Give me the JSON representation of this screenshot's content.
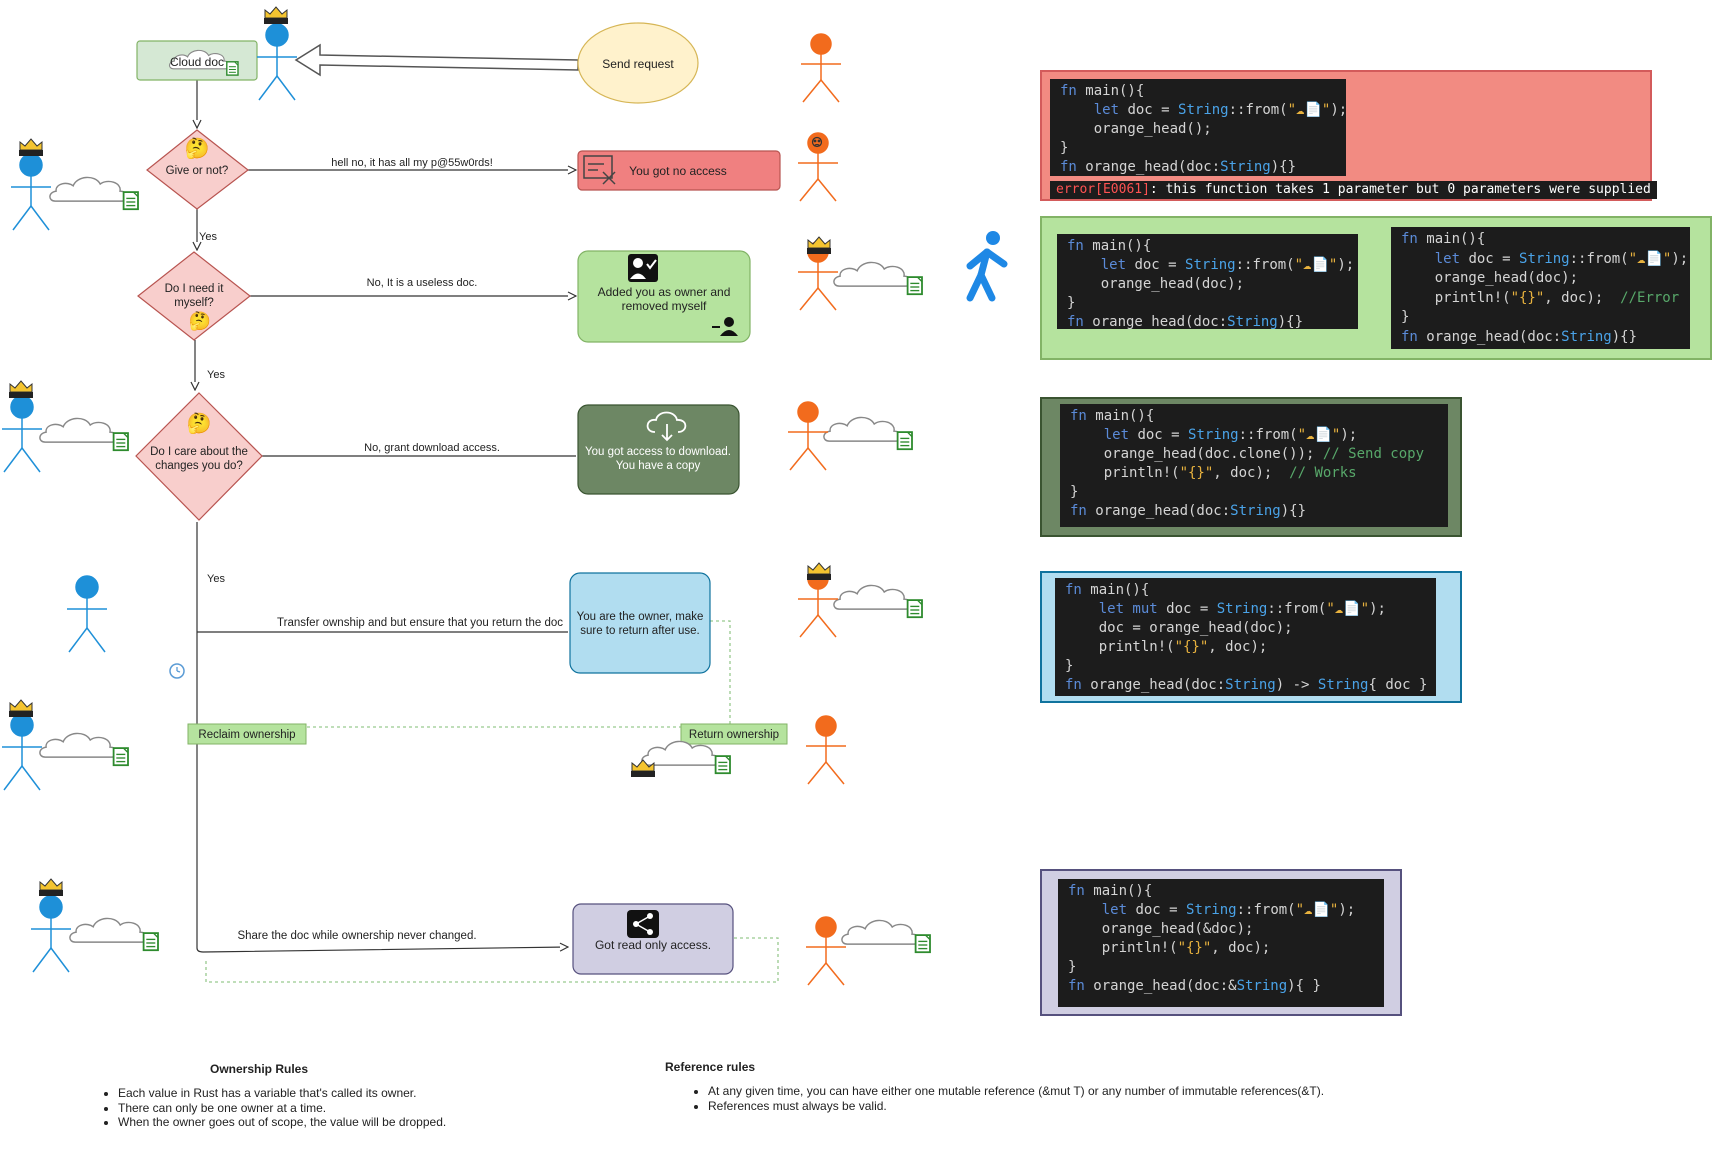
{
  "flow": {
    "cloud_doc": "Cloud doc",
    "send_request": "Send request",
    "give_or_not": "Give or not?",
    "no_access_edge": "hell no, it has all my p@55w0rds!",
    "no_access_box": "You got no access",
    "yes_label": "Yes",
    "need_it_line1": "Do I need it",
    "need_it_line2": "myself?",
    "useless_edge": "No, It is  a useless doc.",
    "added_owner_line1": "Added you as owner and",
    "added_owner_line2": "removed myself",
    "care_line1": "Do I care about the",
    "care_line2": "changes you do?",
    "download_edge": "No, grant download access.",
    "download_line1": "You got access to download.",
    "download_line2": "You have a copy",
    "transfer_edge": "Transfer ownship and but ensure that you return the doc",
    "owner_line1": "You are the owner, make",
    "owner_line2": "sure to return after use.",
    "reclaim": "Reclaim ownership",
    "return_ownership": "Return ownership",
    "share_edge": "Share the doc while ownership never changed.",
    "read_only": "Got read only access."
  },
  "code": {
    "error_message": "error[E0061]: this function takes 1 parameter but 0 parameters were supplied"
  },
  "rules": {
    "ownership_title": "Ownership Rules",
    "ownership_items": [
      "Each value in Rust has a variable that's called its owner.",
      "There can only be one owner at a time.",
      "When the owner goes out of scope, the value will be dropped."
    ],
    "reference_title": "Reference rules",
    "reference_items": [
      "At any given time, you can have either one mutable reference (&mut T) or any number of immutable references(&T).",
      "References must always be valid."
    ]
  },
  "colors": {
    "decision_fill": "#f8cecc",
    "decision_stroke": "#b85450",
    "cloud_doc_fill": "#d5e8d4",
    "send_request_fill": "#fff2cc",
    "no_access_fill": "#f08080",
    "added_owner_fill": "#b5e39e",
    "download_fill": "#6d8764",
    "owner_fill": "#b1ddf0",
    "read_only_fill": "#d0cee2",
    "blue_person": "#1e90d8",
    "orange_person": "#f26b1d",
    "code_bg": "#1c1c1c"
  }
}
